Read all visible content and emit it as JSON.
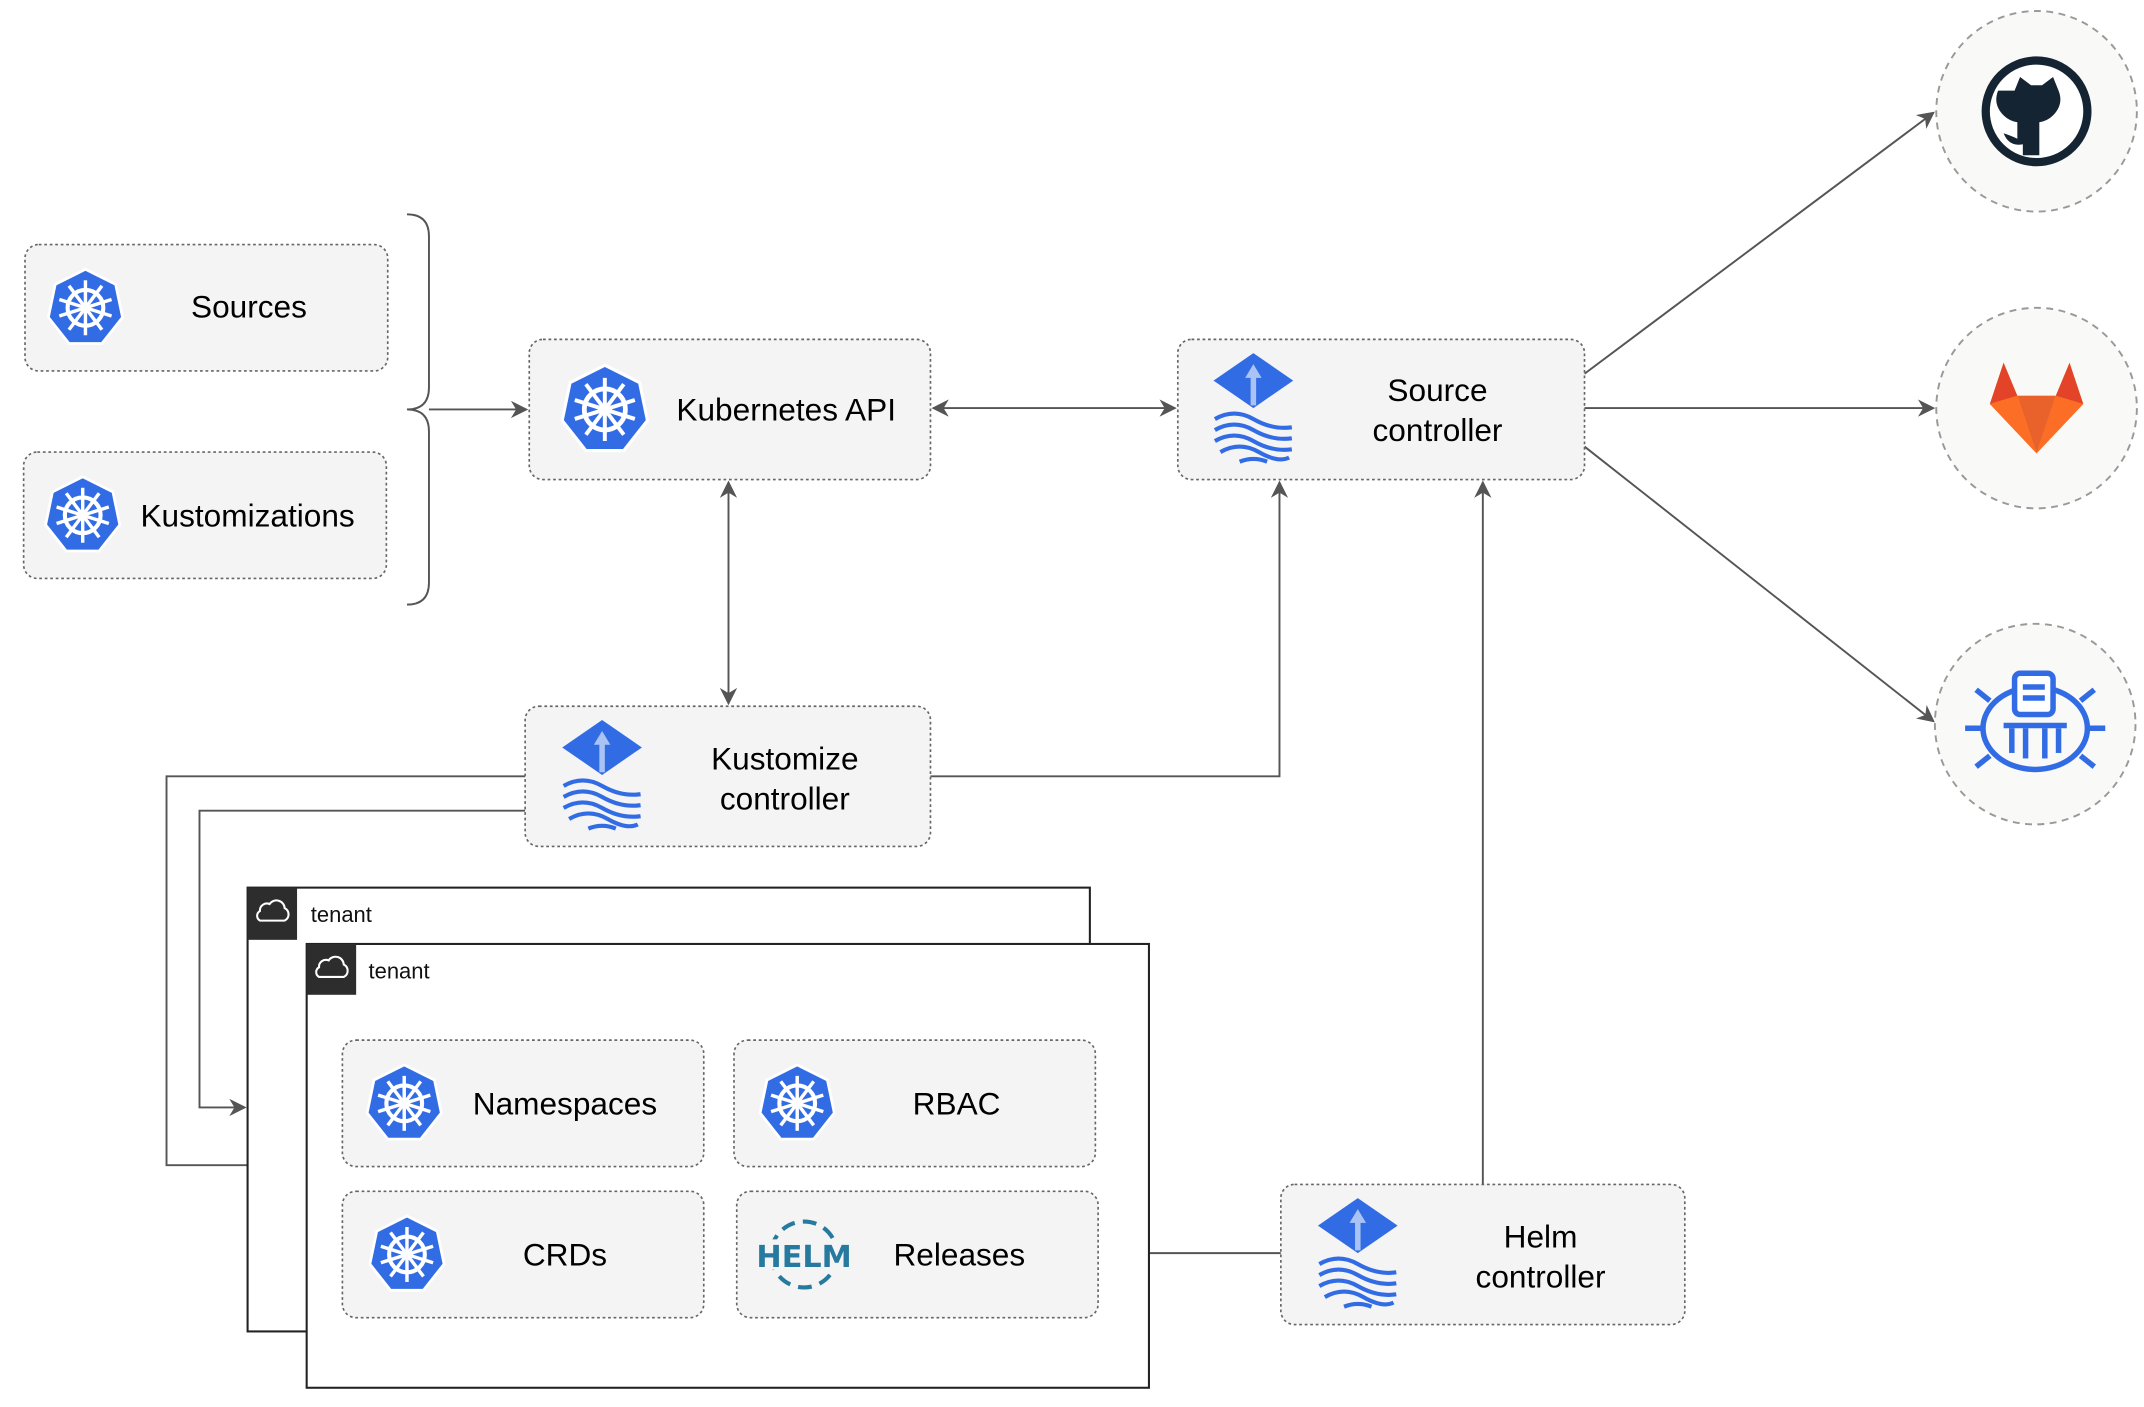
{
  "nodes": {
    "sources": "Sources",
    "kustomizations": "Kustomizations",
    "kubernetes_api": "Kubernetes API",
    "source_controller": [
      "Source",
      "controller"
    ],
    "kustomize_controller": [
      "Kustomize",
      "controller"
    ],
    "helm_controller": [
      "Helm",
      "controller"
    ],
    "namespaces": "Namespaces",
    "rbac": "RBAC",
    "crds": "CRDs",
    "releases": "Releases"
  },
  "tenants": [
    "tenant",
    "tenant"
  ],
  "helm_logo_text": "HELM",
  "external_sources": [
    "github-icon",
    "gitlab-icon",
    "bucket-icon"
  ],
  "colors": {
    "kubernetes_blue": "#326ce5",
    "gitlab_orange": "#e9622b",
    "github_dark": "#142433",
    "helm_blue": "#277a9f"
  }
}
